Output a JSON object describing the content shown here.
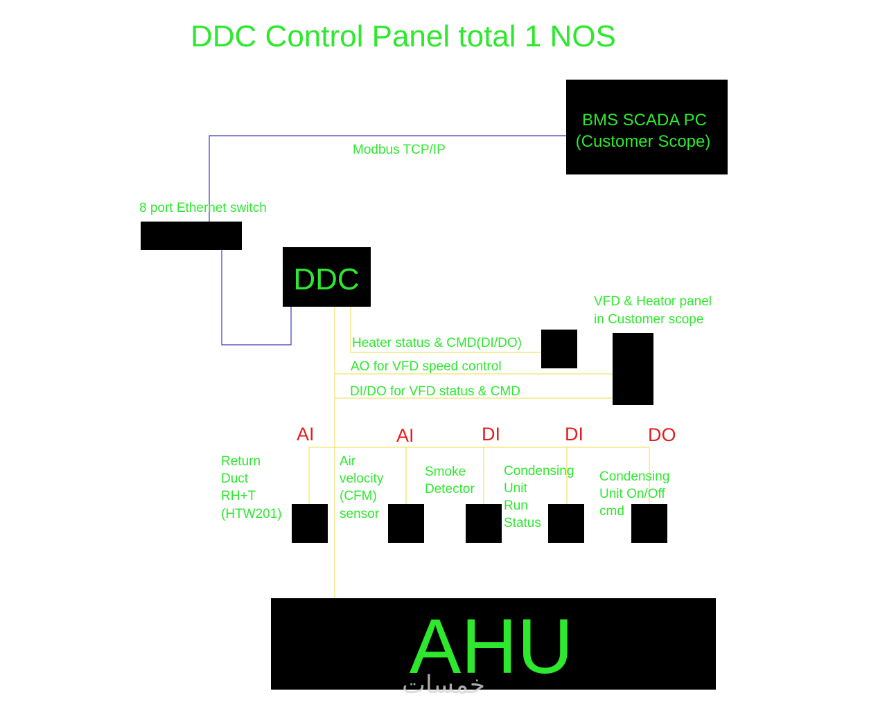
{
  "title": "DDC Control Panel total 1 NOS",
  "bms_pc": {
    "line1": "BMS SCADA PC",
    "line2": "(Customer Scope)"
  },
  "modbus_label": "Modbus TCP/IP",
  "switch_label": "8 port Ethernet switch",
  "ddc_label": "DDC",
  "vfd_panel": {
    "line1": "VFD & Heator panel",
    "line2": "in Customer scope"
  },
  "signals": {
    "heater": "Heater status & CMD(DI/DO)",
    "ao_vfd": "AO for VFD speed control",
    "dido_vfd": "DI/DO for VFD status & CMD"
  },
  "io_types": [
    "AI",
    "AI",
    "DI",
    "DI",
    "DO"
  ],
  "devices": {
    "d1": [
      "Return",
      "Duct",
      "RH+T",
      "(HTW201)"
    ],
    "d2": [
      "Air",
      "velocity",
      "(CFM)",
      "sensor"
    ],
    "d3": [
      "Smoke",
      "Detector"
    ],
    "d4": [
      "Condensing",
      "Unit",
      "Run",
      "Status"
    ],
    "d5": [
      "Condensing",
      "Unit On/Off",
      "cmd"
    ]
  },
  "ahu_label": "AHU",
  "watermark": "خمسات",
  "colors": {
    "text_green": "#2ee82e",
    "io_red": "#e11d1d",
    "link_blue": "#3b3bb8",
    "wire_yellow": "#f2e36a",
    "box_black": "#000000"
  }
}
